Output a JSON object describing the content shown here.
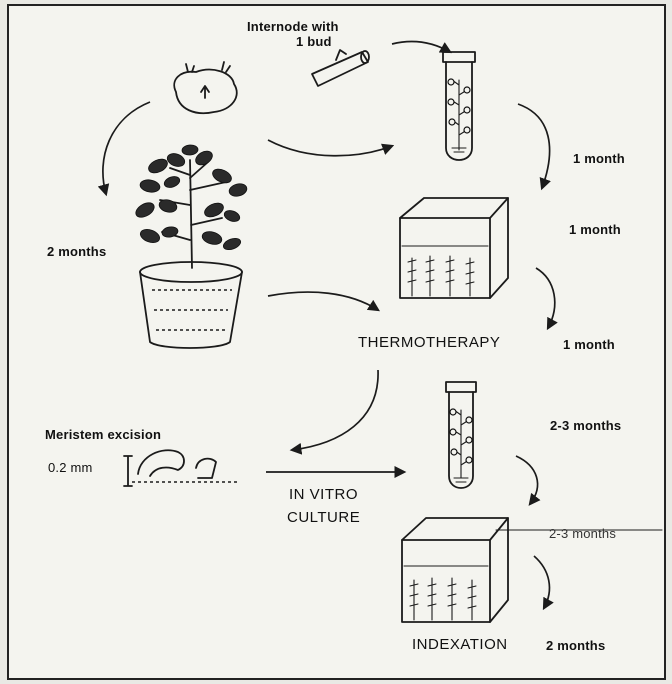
{
  "labels": {
    "internode": "Internode with",
    "internode_bud": "1 bud",
    "two_months_left": "2 months",
    "one_month_a": "1 month",
    "one_month_b": "1 month",
    "thermotherapy": "THERMOTHERAPY",
    "one_month_c": "1 month",
    "meristem_excision": "Meristem excision",
    "scale": "0.2 mm",
    "in_vitro": "IN VITRO",
    "culture": "CULTURE",
    "two_three_months_a": "2-3 months",
    "two_three_months_b": "2-3 months",
    "indexation": "INDEXATION",
    "two_months_right": "2 months"
  }
}
